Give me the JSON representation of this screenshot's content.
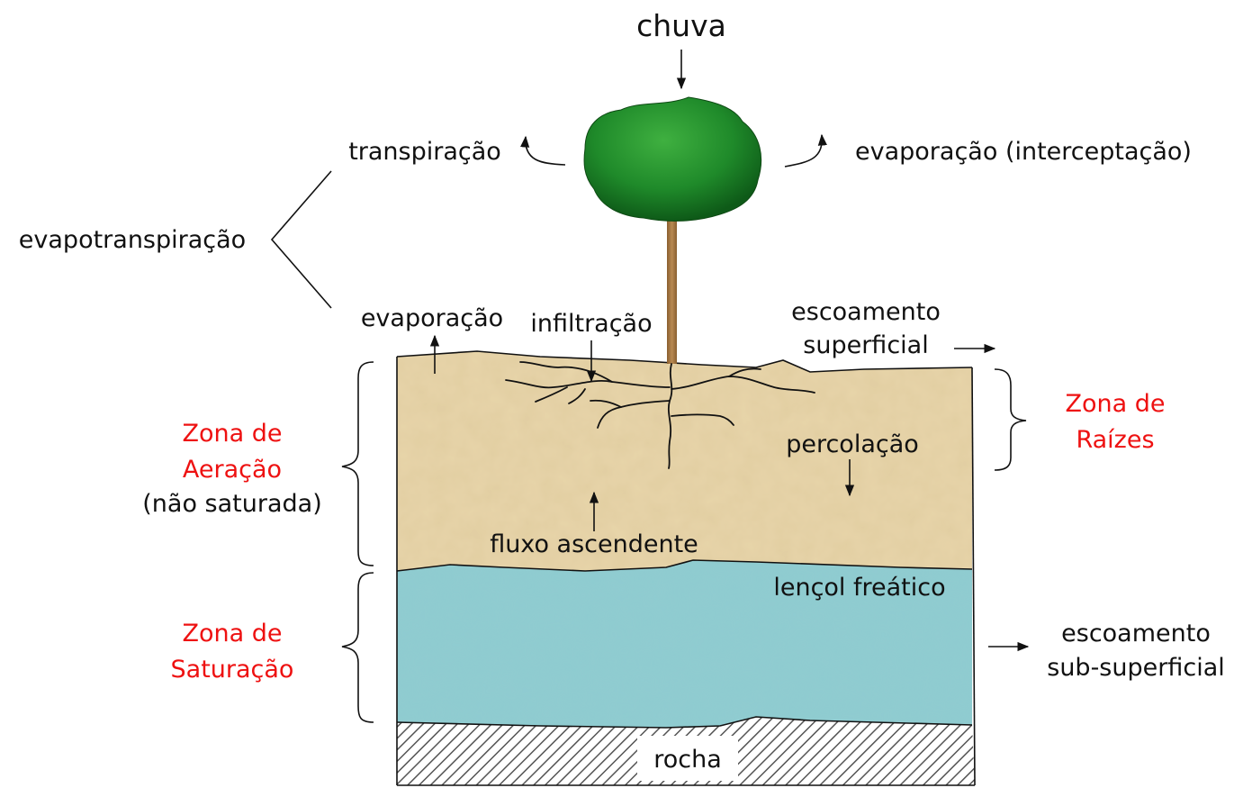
{
  "labels": {
    "chuva": "chuva",
    "transpiracao": "transpiração",
    "evaporacao_interceptacao": "evaporação (interceptação)",
    "evapotranspiracao": "evapotranspiração",
    "evaporacao": "evaporação",
    "infiltracao": "infiltração",
    "escoamento_superficial_1": "escoamento",
    "escoamento_superficial_2": "superficial",
    "zona_raizes_1": "Zona de",
    "zona_raizes_2": "Raízes",
    "zona_aeracao_1": "Zona de",
    "zona_aeracao_2": "Aeração",
    "zona_aeracao_3": "(não saturada)",
    "percolacao": "percolação",
    "fluxo_ascendente": "fluxo ascendente",
    "lencol_freatico": "lençol freático",
    "zona_saturacao_1": "Zona de",
    "zona_saturacao_2": "Saturação",
    "escoamento_sub_1": "escoamento",
    "escoamento_sub_2": "sub-superficial",
    "rocha": "rocha"
  },
  "colors": {
    "zone_text": "#ee1111",
    "soil": "#e8d5aa",
    "water": "#8fccd0",
    "tree_crown": "#1f8a2a",
    "trunk": "#a67a45",
    "rock_hatch": "#555555"
  }
}
